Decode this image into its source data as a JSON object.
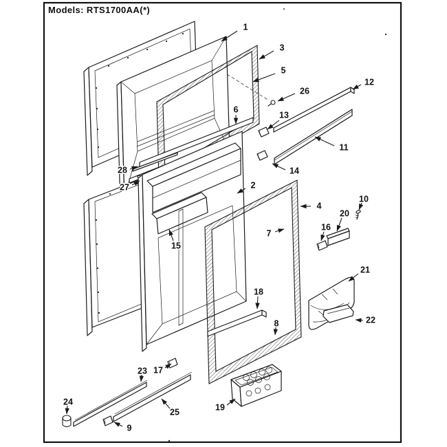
{
  "page": {
    "title": "Models:  RTS1700AA(*)"
  },
  "diagram": {
    "type": "exploded-parts-diagram",
    "subject": "refrigerator-door-assembly",
    "ink_color": "#1a1a1a",
    "background_color": "#ffffff",
    "callouts": [
      {
        "part": "1",
        "label": [
          357,
          40
        ],
        "line": [
          [
            345,
            45
          ],
          [
            322,
            60
          ]
        ]
      },
      {
        "part": "3",
        "label": [
          410,
          70
        ],
        "line": [
          [
            398,
            74
          ],
          [
            377,
            86
          ]
        ]
      },
      {
        "part": "5",
        "label": [
          412,
          103
        ],
        "line": [
          [
            400,
            107
          ],
          [
            368,
            119
          ]
        ]
      },
      {
        "part": "26",
        "label": [
          443,
          133
        ],
        "line": [
          [
            429,
            136
          ],
          [
            404,
            147
          ]
        ]
      },
      {
        "part": "12",
        "label": [
          537,
          120
        ],
        "line": [
          [
            525,
            123
          ],
          [
            513,
            130
          ]
        ]
      },
      {
        "part": "13",
        "label": [
          413,
          168
        ],
        "line": [
          [
            406,
            175
          ],
          [
            389,
            188
          ]
        ]
      },
      {
        "part": "11",
        "label": [
          500,
          215
        ],
        "line": [
          [
            486,
            212
          ],
          [
            458,
            199
          ]
        ]
      },
      {
        "part": "14",
        "label": [
          428,
          249
        ],
        "line": [
          [
            415,
            247
          ],
          [
            396,
            238
          ]
        ]
      },
      {
        "part": "6",
        "label": [
          343,
          160
        ],
        "line": [
          [
            343,
            167
          ],
          [
            343,
            180
          ]
        ]
      },
      {
        "part": "28",
        "label": [
          178,
          248
        ],
        "line": [
          [
            189,
            246
          ],
          [
            200,
            242
          ]
        ]
      },
      {
        "part": "27",
        "label": [
          181,
          273
        ],
        "line": [
          [
            192,
            269
          ],
          [
            203,
            263
          ]
        ]
      },
      {
        "part": "2",
        "label": [
          368,
          270
        ],
        "line": [
          [
            357,
            274
          ],
          [
            345,
            281
          ]
        ]
      },
      {
        "part": "4",
        "label": [
          464,
          300
        ],
        "line": [
          [
            452,
            300
          ],
          [
            437,
            300
          ]
        ]
      },
      {
        "part": "10",
        "label": [
          529,
          290
        ],
        "line": [
          [
            526,
            295
          ],
          [
            522,
            305
          ]
        ]
      },
      {
        "part": "20",
        "label": [
          501,
          311
        ],
        "line": [
          [
            497,
            317
          ],
          [
            490,
            336
          ]
        ]
      },
      {
        "part": "16",
        "label": [
          474,
          331
        ],
        "line": [
          [
            471,
            337
          ],
          [
            467,
            350
          ]
        ]
      },
      {
        "part": "7",
        "label": [
          391,
          340
        ],
        "line": [
          [
            400,
            337
          ],
          [
            413,
            333
          ]
        ]
      },
      {
        "part": "15",
        "label": [
          256,
          358
        ],
        "line": [
          [
            252,
            350
          ],
          [
            246,
            334
          ]
        ]
      },
      {
        "part": "21",
        "label": [
          531,
          393
        ],
        "line": [
          [
            521,
            398
          ],
          [
            507,
            409
          ]
        ]
      },
      {
        "part": "22",
        "label": [
          539,
          466
        ],
        "line": [
          [
            528,
            466
          ],
          [
            517,
            465
          ]
        ]
      },
      {
        "part": "18",
        "label": [
          376,
          425
        ],
        "line": [
          [
            375,
            431
          ],
          [
            374,
            449
          ]
        ]
      },
      {
        "part": "8",
        "label": [
          402,
          471
        ],
        "line": [
          [
            401,
            476
          ],
          [
            400,
            487
          ]
        ]
      },
      {
        "part": "17",
        "label": [
          230,
          539
        ],
        "line": [
          [
            240,
            535
          ],
          [
            249,
            529
          ]
        ]
      },
      {
        "part": "23",
        "label": [
          207,
          540
        ],
        "line": [
          [
            206,
            545
          ],
          [
            205,
            555
          ]
        ]
      },
      {
        "part": "24",
        "label": [
          99,
          585
        ],
        "line": [
          [
            98,
            590
          ],
          [
            97,
            602
          ]
        ]
      },
      {
        "part": "25",
        "label": [
          254,
          600
        ],
        "line": [
          [
            247,
            594
          ],
          [
            235,
            580
          ]
        ]
      },
      {
        "part": "9",
        "label": [
          188,
          623
        ],
        "line": [
          [
            178,
            620
          ],
          [
            166,
            614
          ]
        ]
      },
      {
        "part": "19",
        "label": [
          320,
          593
        ],
        "line": [
          [
            330,
            589
          ],
          [
            342,
            580
          ]
        ]
      }
    ]
  }
}
